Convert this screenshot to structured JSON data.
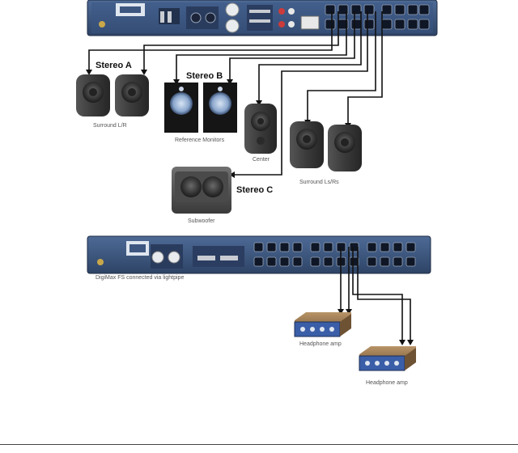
{
  "labels": {
    "stereo_a": "Stereo A",
    "stereo_b": "Stereo B",
    "stereo_c": "Stereo C",
    "surround_lr": "Surround  L/R",
    "reference_monitors": "Reference Monitors",
    "center": "Center",
    "surround_ls_rs": "Surround Ls/Rs",
    "subwoofer": "Subwoofer",
    "digimax_caption": "DigiMax FS connected via lightpipe",
    "headphone_amp_1": "Headphone amp",
    "headphone_amp_2": "Headphone amp"
  },
  "colors": {
    "rack_panel": "#3d5680",
    "rack_dark": "#2a3a58",
    "cable": "#111111",
    "speaker_body": "#3c3c3c",
    "amp_wood": "#9a7a55",
    "amp_face": "#3b5ea8"
  }
}
